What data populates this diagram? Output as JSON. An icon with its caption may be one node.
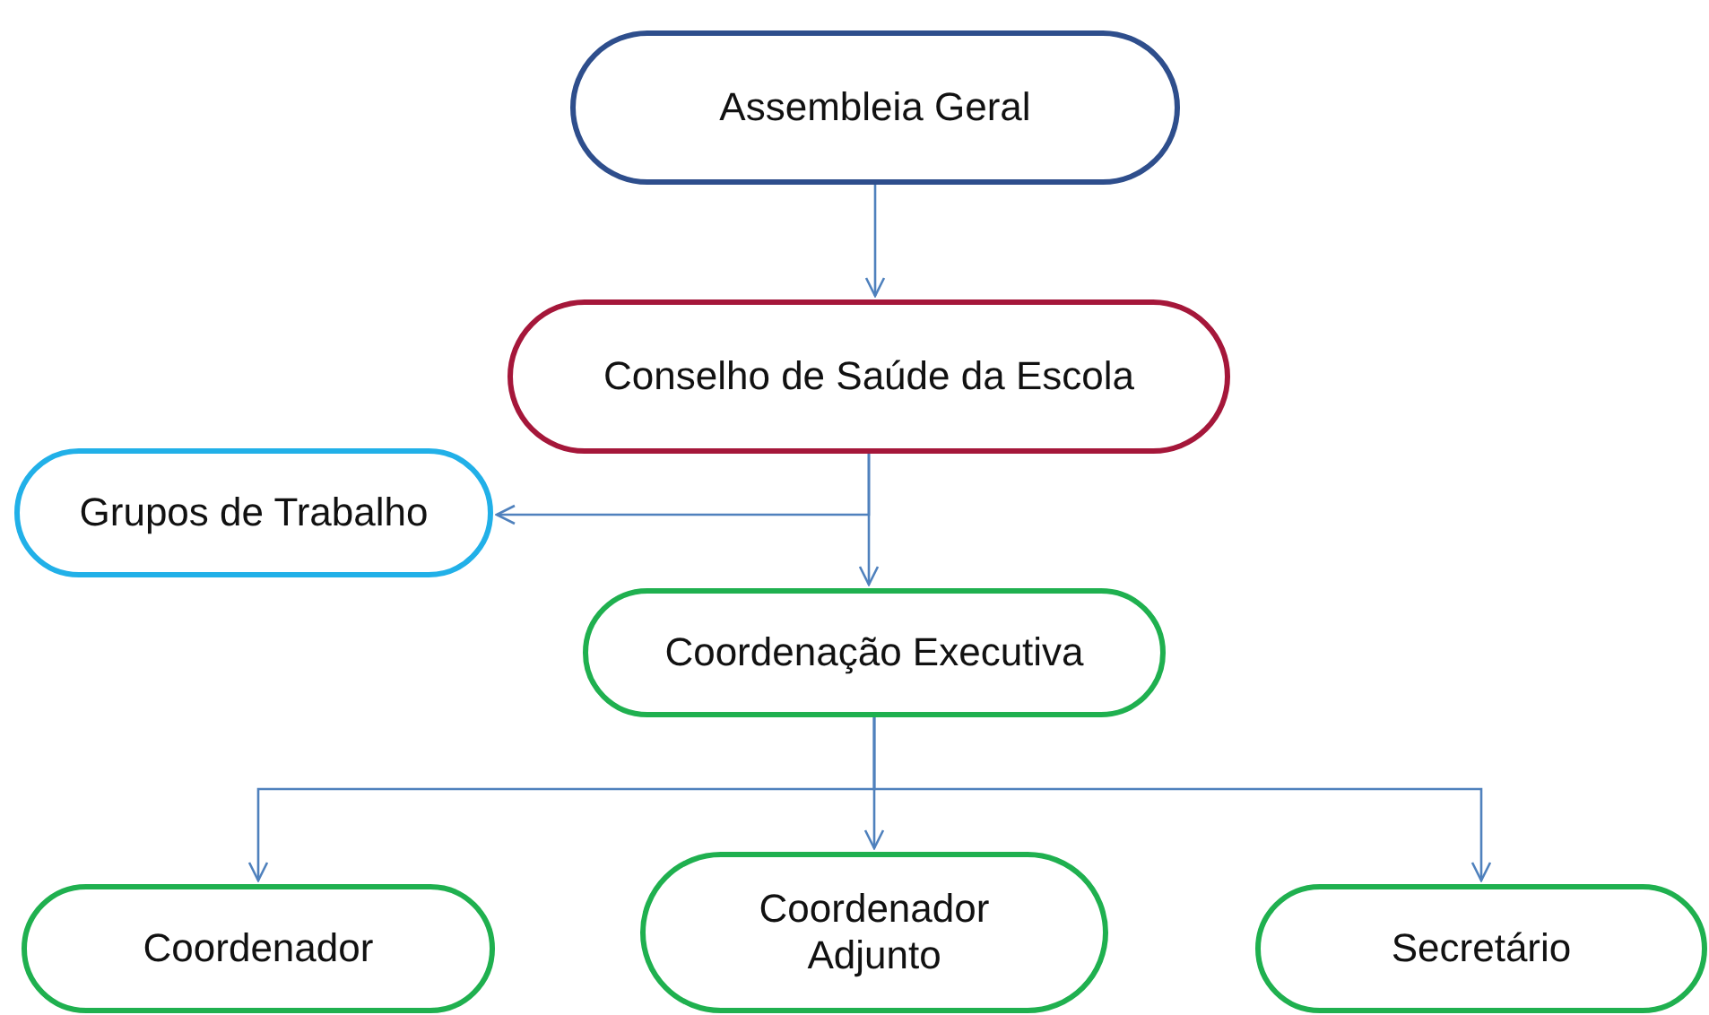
{
  "diagram": {
    "nodes": [
      {
        "text": [
          "Assembleia Geral"
        ]
      },
      {
        "text": [
          "Conselho de Saúde da Escola"
        ]
      },
      {
        "text": [
          "Grupos de Trabalho"
        ]
      },
      {
        "text": [
          "Coordenação Executiva"
        ]
      },
      {
        "text": [
          "Coordenador"
        ]
      },
      {
        "text": [
          "Coordenador Adjunto"
        ]
      },
      {
        "text": [
          "Secretário"
        ]
      }
    ],
    "edges": [
      {
        "from": 0,
        "to": 1,
        "arrow": "to"
      },
      {
        "from": 1,
        "to": 2,
        "arrow": "to"
      },
      {
        "from": 1,
        "to": 3,
        "arrow": "to"
      },
      {
        "from": 3,
        "to": 4,
        "arrow": "to"
      },
      {
        "from": 3,
        "to": 5,
        "arrow": "to"
      },
      {
        "from": 3,
        "to": 6,
        "arrow": "to"
      }
    ]
  }
}
